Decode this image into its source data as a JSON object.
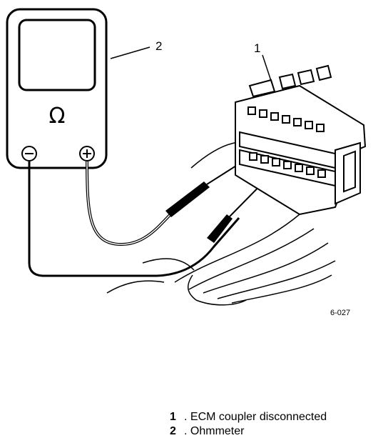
{
  "figure_id": "6-027",
  "callouts": [
    {
      "number": "1",
      "name": "ECM coupler disconnected"
    },
    {
      "number": "2",
      "name": "Ohmmeter"
    }
  ],
  "meter": {
    "symbol": "Ω",
    "neg_terminal": "⊖",
    "pos_terminal": "⊕"
  }
}
